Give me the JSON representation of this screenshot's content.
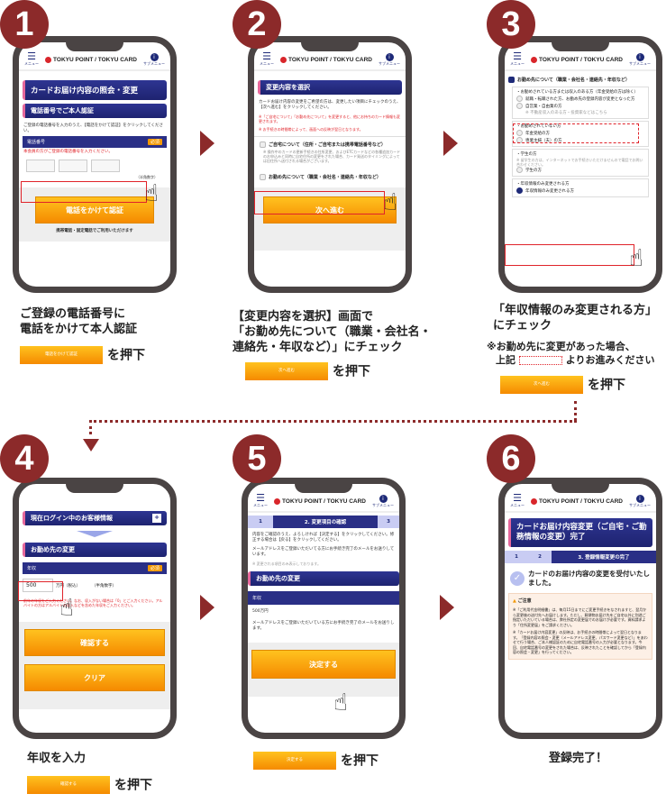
{
  "header": {
    "menu_label": "メニュー",
    "logo": "TOKYU POINT / TOKYU CARD",
    "submenu_label": "サブメニュー"
  },
  "steps": [
    {
      "number": "1",
      "screen": {
        "title": "カードお届け内容の照会・変更",
        "section": "電話番号でご本人認証",
        "desc": "ご登録の電話番号を入力のうえ、【電話をかけて認証】をクリックしてください。",
        "field_label": "電話番号",
        "required": "必須",
        "note": "本会員の方がご登録の電話番号を入力ください。",
        "hint": "（半角数字）",
        "button": "電話をかけて認証",
        "footer": "携帯電話・固定電話でご利用いただけます"
      },
      "caption": [
        "ご登録の電話番号に",
        "電話をかけて本人認証"
      ],
      "mini_button": "電話をかけて認証",
      "push": "を押下"
    },
    {
      "number": "2",
      "screen": {
        "section": "変更内容を選択",
        "desc": "カードお届け内容の変更をご希望の方は、変更したい項目にチェックのうえ、【次へ進む】をクリックしてください。",
        "notes": [
          "※「ご自宅について」「お勤め先について」を変更すると、他にお持ちのカード情報も変更されます。",
          "※ お手続きの時間帯によって、画面への反映が翌日となります。"
        ],
        "option1": "ご自宅について（住所・ご自宅または携帯電話番号など）",
        "option1_note": "※ 操作中のカードの更新手続きの住所変更、およびETCカードなどの各種追加カードのお申込みと同時に自宅住所の変更をされた場合、カード発送のタイミングによっては旧住所へ送付される場合がございます。",
        "option2": "お勤め先について（職業・会社名・連絡先・年収など）",
        "button": "次へ進む"
      },
      "caption": [
        "【変更内容を選択】画面で",
        "「お勤め先について（職業・会社名・",
        "連絡先・年収など）」にチェック"
      ],
      "mini_button": "次へ進む",
      "push": "を押下"
    },
    {
      "number": "3",
      "screen": {
        "checked": "お勤め先について（職業・会社名・連絡先・年収など）",
        "group1": "・お勤めされている方または収入のある方（年金受給の方は除く）",
        "g1_opt1": "就職・転職された方、お勤め先の登録内容が変更となった方",
        "g1_opt2": "自営業・自由業の方",
        "g1_note": "※ 不動産収入のある方・投資家などはこちら",
        "group2": "・お勤めされていない方",
        "g2_opt1": "年金受給の方",
        "g2_opt2": "専業主婦（夫）の方",
        "group3": "・学生の方",
        "g3_note": "※ 留学生の方は、インターネットでお手続きいただけませんので電話でお問い合わせください。",
        "g3_opt1": "学生の方",
        "group4": "・年収情報のみ変更される方",
        "g4_opt1": "年収情報のみ変更される方"
      },
      "caption": [
        "「年収情報のみ変更される方」",
        "にチェック"
      ],
      "note": "※お勤め先に変更があった場合、",
      "note2a": "上記",
      "note2b": "よりお進みください",
      "mini_button": "次へ進む",
      "push": "を押下"
    },
    {
      "number": "4",
      "screen": {
        "login_bar": "現在ログイン中のお客様情報",
        "section": "お勤め先の変更",
        "field_label": "年収",
        "required": "必須",
        "value": "500",
        "unit": "万円（税込）",
        "hint": "（半角数字）",
        "note": "前年の年収をご入力ください。なお、収入がない場合は「0」とご入力ください。アルバイトの方はアルバイトの収入などを含めた年収をご入力ください。",
        "button1": "確認する",
        "button2": "クリア"
      },
      "caption": [
        "年収を入力"
      ],
      "mini_button": "確認する",
      "push": "を押下"
    },
    {
      "number": "5",
      "screen": {
        "step1": "1",
        "step2": "2. 変更項目の確認",
        "step3": "3",
        "desc": "内容をご確認のうえ、よろしければ【決定する】をクリックしてください。修正する場合は【戻る】をクリックしてください。",
        "desc2": "メールアドレスをご登録いただいてる方にお手続き完了のメールをお送りしています。",
        "note": "※ 変更される項目のみ表示しております。",
        "section": "お勤め先の変更",
        "field_label": "年収",
        "value": "500万円",
        "desc3": "メールアドレスをご登録いただいている方にお手続き完了のメールをお送りします。",
        "button": "決定する"
      },
      "mini_button": "決定する",
      "push": "を押下"
    },
    {
      "number": "6",
      "screen": {
        "title": "カードお届け内容変更（ご自宅・ご勤務情報の変更）完了",
        "step1": "1",
        "step2": "2",
        "step3": "3. 登録情報変更の完了",
        "done": "カードのお届け内容の変更を受付いたしました。",
        "caution": "ご注意",
        "note1": "※「ご利用代金明細書」は、毎月15日までにご変更手続きをなされますと、翌月から変更後の送付先へお届けします。ただし、郵便物お届け先をご自宅以外に別途ご指定いただいている場合は、弊社所定の変更届でのお届けが必要です。資料請求より「住所変更届」をご請求ください。",
        "note2": "※「カードお届け内容変更」の反映は、お手続きの時間帯によって翌日となります。「登録内容の照会・変更（メールアドレス変更、パスワード変更など）」をあわせて行う場合、ご本人様認証のために自宅電話番号の入力が必要となります。今回、自宅電話番号の変更をされた場合は、反映されたことを確認してから「登録内容の照会・変更」を行ってください。"
      },
      "caption": [
        "登録完了！"
      ]
    }
  ],
  "colors": {
    "accent": "#8c2a2a",
    "navy": "#1e2a78",
    "orange": "#f58a00",
    "red": "#e0232a"
  }
}
